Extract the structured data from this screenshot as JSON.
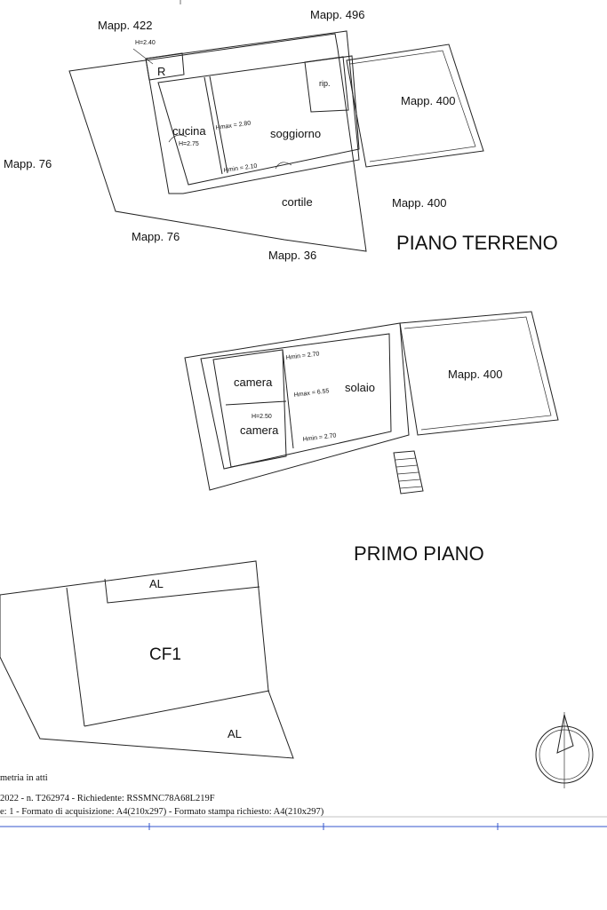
{
  "ground_floor": {
    "title": "PIANO TERRENO",
    "mapp_422": "Mapp. 422",
    "mapp_496": "Mapp. 496",
    "mapp_400_a": "Mapp. 400",
    "mapp_400_b": "Mapp. 400",
    "mapp_76_a": "Mapp. 76",
    "mapp_76_b": "Mapp. 76",
    "mapp_36": "Mapp. 36",
    "room_r": "R",
    "h_r": "H=2.40",
    "rip": "rip.",
    "cucina": "cucina",
    "h_cucina": "H=2.75",
    "hmax_soggiorno": "Hmax = 2.80",
    "soggiorno": "soggiorno",
    "hmin_soggiorno": "Hmin = 2.10",
    "cortile": "cortile"
  },
  "first_floor": {
    "title": "PRIMO PIANO",
    "mapp_400": "Mapp. 400",
    "camera_1": "camera",
    "camera_2": "camera",
    "h_camera": "H=2.50",
    "hmin_top": "Hmin = 2.70",
    "hmax_solaio": "Hmax = 6.55",
    "solaio": "solaio",
    "hmin_bottom": "Hmin = 2.70"
  },
  "site_plan": {
    "al_top": "AL",
    "al_bottom": "AL",
    "cf1": "CF1"
  },
  "footer": {
    "line1": "metria in atti",
    "line2": "2022 - n. T262974 - Richiedente: RSSMNC78A68L219F",
    "line3": "e: 1 - Formato di acquisizione: A4(210x297)  - Formato stampa richiesto: A4(210x297)"
  },
  "colors": {
    "line": "#222222",
    "footer_rule": "#3355cc"
  },
  "icons": {
    "north_arrow": "north-arrow-icon"
  }
}
